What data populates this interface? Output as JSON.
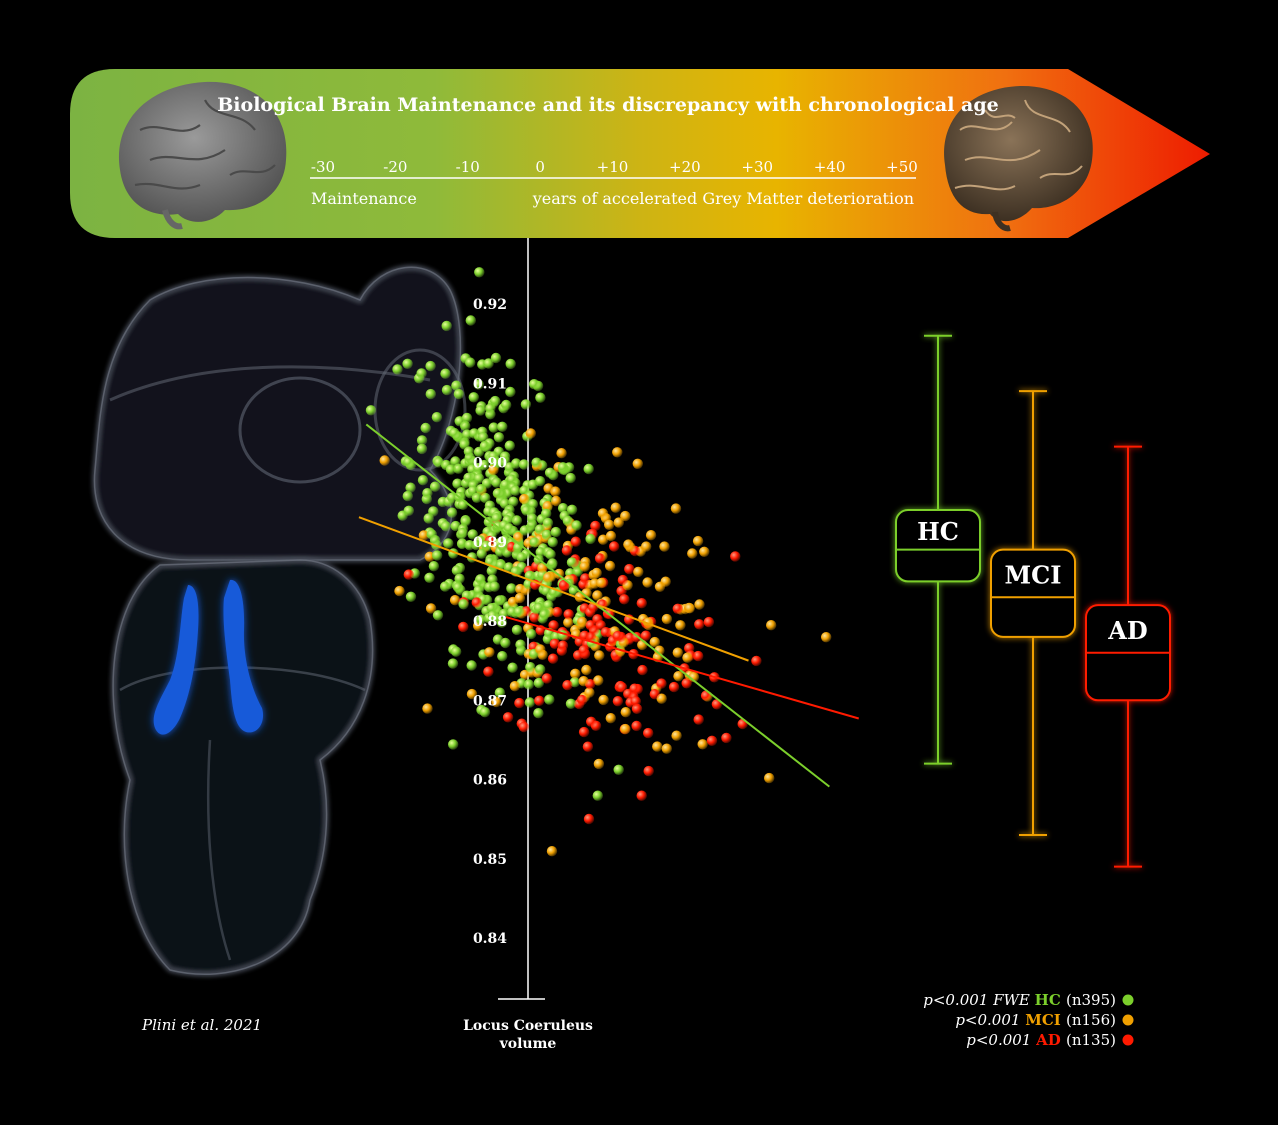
{
  "banner": {
    "title": "Biological Brain Maintenance and its discrepancy with chronological age",
    "scale_ticks": [
      "-30",
      "-20",
      "-10",
      "0",
      "+10",
      "+20",
      "+30",
      "+40",
      "+50"
    ],
    "left_caption": "Maintenance",
    "right_caption": "years of accelerated Grey Matter deterioration",
    "colors": {
      "start": "#7cb342",
      "mid": "#e8b400",
      "end": "#ee1c00"
    }
  },
  "citation": "Plini et al. 2021",
  "chart_data": [
    {
      "type": "scatter",
      "ylabel": "Locus Coeruleus volume",
      "ylabel_lines": [
        "Locus Coeruleus",
        "volume"
      ],
      "ylim": [
        0.835,
        0.925
      ],
      "xlim": [
        -30,
        50
      ],
      "y_ticks": [
        "0.92",
        "0.91",
        "0.90",
        "0.89",
        "0.88",
        "0.87",
        "0.86",
        "0.85",
        "0.84"
      ],
      "grid": false,
      "series": [
        {
          "name": "HC",
          "color": "#7ccf2c",
          "n": 395,
          "cx": -4,
          "cy": 0.8905,
          "sx": 6,
          "sy": 0.0125,
          "fit": [
            [
              -22,
              0.9048
            ],
            [
              41,
              0.8591
            ]
          ]
        },
        {
          "name": "MCI",
          "color": "#f0a000",
          "n": 156,
          "cx": 9,
          "cy": 0.877,
          "sx": 10,
          "sy": 0.011,
          "fit": [
            [
              -23,
              0.8931
            ],
            [
              30,
              0.875
            ]
          ]
        },
        {
          "name": "AD",
          "color": "#ff1a00",
          "n": 135,
          "cx": 10,
          "cy": 0.8745,
          "sx": 9,
          "sy": 0.0105,
          "fit": [
            [
              -3,
              0.8805
            ],
            [
              45,
              0.8677
            ]
          ]
        }
      ]
    },
    {
      "type": "box",
      "groups": [
        {
          "label": "HC",
          "color": "#7ccf2c",
          "whisker_high": 0.916,
          "q3": 0.894,
          "median": 0.889,
          "q1": 0.885,
          "whisker_low": 0.862
        },
        {
          "label": "MCI",
          "color": "#f0a000",
          "whisker_high": 0.909,
          "q3": 0.889,
          "median": 0.883,
          "q1": 0.878,
          "whisker_low": 0.853
        },
        {
          "label": "AD",
          "color": "#ff1a00",
          "whisker_high": 0.902,
          "q3": 0.882,
          "median": 0.876,
          "q1": 0.87,
          "whisker_low": 0.849
        }
      ]
    }
  ],
  "legend": [
    {
      "p": "p<0.001 FWE",
      "group": "HC",
      "n": "(n395)",
      "color": "#7ccf2c"
    },
    {
      "p": "p<0.001",
      "group": "MCI",
      "n": "(n156)",
      "color": "#f0a000"
    },
    {
      "p": "p<0.001",
      "group": "AD",
      "n": "(n135)",
      "color": "#ff1a00"
    }
  ]
}
